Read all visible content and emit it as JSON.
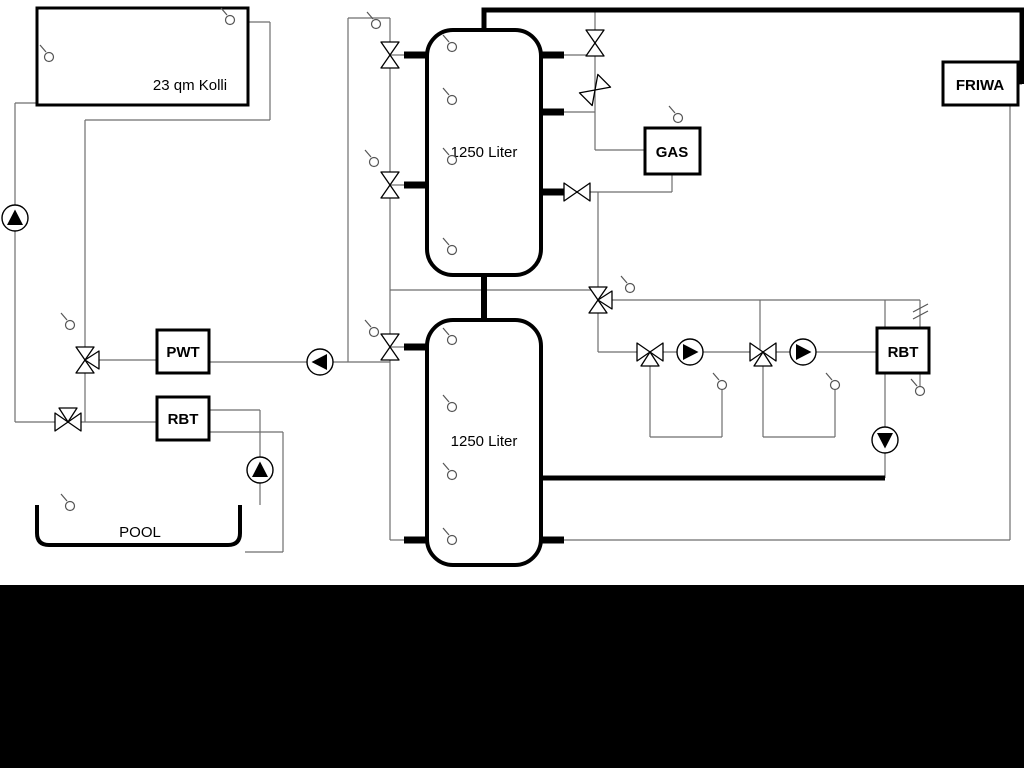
{
  "diagram": {
    "collector": {
      "label": "23 qm Kolli"
    },
    "buffer_tank_top": {
      "label": "1250 Liter"
    },
    "buffer_tank_bottom": {
      "label": "1250 Liter"
    },
    "pwt": {
      "label": "PWT"
    },
    "rbt_pool": {
      "label": "RBT"
    },
    "rbt_right": {
      "label": "RBT"
    },
    "gas_boiler": {
      "label": "GAS"
    },
    "friwa": {
      "label": "FRIWA"
    },
    "pool": {
      "label": "POOL"
    }
  },
  "components": {
    "pumps": [
      {
        "name": "solar-pump",
        "direction": "up"
      },
      {
        "name": "pwt-tank-charge-pump",
        "direction": "left"
      },
      {
        "name": "pool-pump",
        "direction": "up"
      },
      {
        "name": "heating-circuit-1-pump",
        "direction": "right"
      },
      {
        "name": "heating-circuit-2-pump",
        "direction": "right"
      },
      {
        "name": "rbt-return-pump",
        "direction": "down"
      }
    ],
    "valve_count": 11,
    "sensor_count": 20
  },
  "colors": {
    "background": "#ffffff",
    "letterbox": "#000000",
    "pipe_thin": "#6e6e6e",
    "pipe_thick": "#000000"
  }
}
